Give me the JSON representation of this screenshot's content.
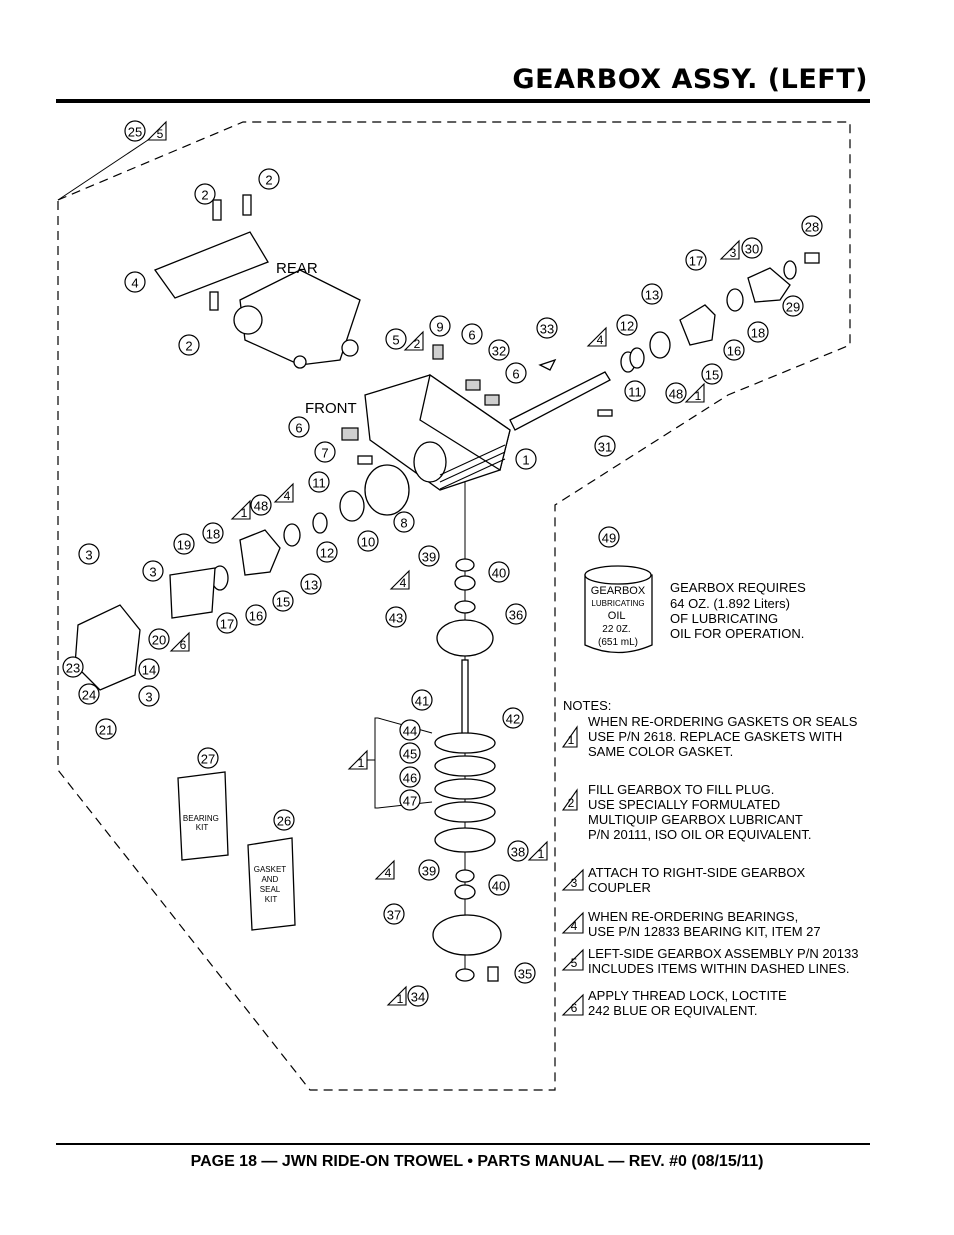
{
  "header": {
    "title": "GEARBOX ASSY. (LEFT)"
  },
  "footer": {
    "text": "PAGE 18 — JWN RIDE-ON TROWEL • PARTS MANUAL — REV. #0 (08/15/11)"
  },
  "diagram": {
    "labels": {
      "rear": "REAR",
      "front": "FRONT",
      "bearing_kit": [
        "BEARING",
        "KIT"
      ],
      "gasket_kit": [
        "GASKET",
        "AND",
        "SEAL",
        "KIT"
      ],
      "oil_can": [
        "GEARBOX",
        "LUBRICATING",
        "OIL",
        "22 0Z.",
        "(651 mL)"
      ]
    },
    "callouts": [
      "25",
      "5",
      "2",
      "2",
      "4",
      "2",
      "17",
      "3",
      "30",
      "28",
      "29",
      "13",
      "18",
      "16",
      "15",
      "12",
      "11",
      "48",
      "1",
      "31",
      "33",
      "4",
      "9",
      "6",
      "32",
      "6",
      "5",
      "2",
      "6",
      "7",
      "1",
      "8",
      "10",
      "12",
      "11",
      "4",
      "48",
      "1",
      "19",
      "18",
      "3",
      "3",
      "15",
      "16",
      "17",
      "13",
      "20",
      "6",
      "23",
      "24",
      "14",
      "3",
      "21",
      "49",
      "39",
      "40",
      "4",
      "43",
      "36",
      "41",
      "42",
      "44",
      "45",
      "46",
      "47",
      "1",
      "38",
      "1",
      "27",
      "26",
      "39",
      "40",
      "4",
      "37",
      "35",
      "34",
      "1"
    ],
    "gearbox_text": [
      "GEARBOX REQUIRES",
      "64 OZ.  (1.892 Liters)",
      "OF LUBRICATING",
      "OIL FOR OPERATION."
    ],
    "notes_title": "NOTES:",
    "notes": [
      {
        "num": "1",
        "lines": [
          "WHEN RE-ORDERING GASKETS OR SEALS",
          "USE P/N 2618. REPLACE GASKETS WITH",
          "SAME COLOR GASKET."
        ]
      },
      {
        "num": "2",
        "lines": [
          "FILL GEARBOX TO FILL PLUG.",
          "USE SPECIALLY FORMULATED",
          "MULTIQUIP GEARBOX LUBRICANT",
          "P/N 20111, ISO OIL OR EQUIVALENT."
        ]
      },
      {
        "num": "3",
        "lines": [
          "ATTACH TO RIGHT-SIDE GEARBOX",
          "COUPLER"
        ]
      },
      {
        "num": "4",
        "lines": [
          "WHEN RE-ORDERING BEARINGS,",
          "USE P/N 12833 BEARING KIT, ITEM 27"
        ]
      },
      {
        "num": "5",
        "lines": [
          "LEFT-SIDE GEARBOX ASSEMBLY P/N 20133",
          "INCLUDES  ITEMS WITHIN DASHED LINES."
        ]
      },
      {
        "num": "6",
        "lines": [
          "APPLY THREAD LOCK, LOCTITE",
          "242 BLUE OR EQUIVALENT."
        ]
      }
    ]
  }
}
